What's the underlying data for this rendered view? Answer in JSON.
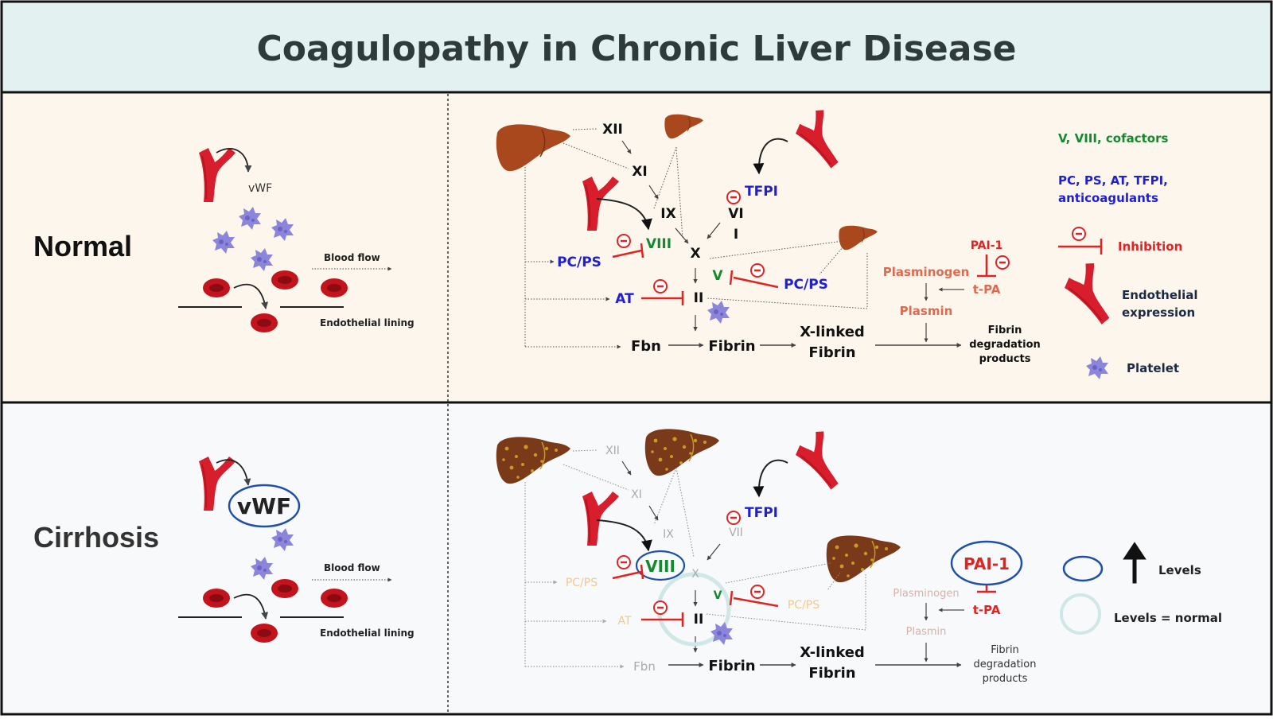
{
  "title": "Coagulopathy in Chronic Liver Disease",
  "colors": {
    "header_bg": "#E3F1F1",
    "normal_bg": "#FDF6EC",
    "cirrhosis_bg": "#F8F9FA",
    "anticoagulant_blue": "#1F1FD6",
    "cofactor_green": "#128A2E",
    "inhibition_red": "#E02424",
    "fibrinolysis_red": "#E06A50",
    "liver_brown": "#A9471D",
    "vessel_red": "#D81E2C",
    "platelet_purple": "#8C86DB",
    "rbc_red": "#C3141E"
  },
  "normal": {
    "label": "Normal",
    "vwf": "vWF",
    "blood_flow": "Blood flow",
    "endothelial_lining": "Endothelial lining",
    "factors": {
      "xii": "XII",
      "xi": "XI",
      "ix": "IX",
      "x": "X",
      "ii": "II",
      "vi": "VI",
      "i": "I",
      "viii": "VIII",
      "v": "V"
    },
    "anticoag": {
      "pcps_left": "PC/PS",
      "pcps_right": "PC/PS",
      "at": "AT",
      "tfpi": "TFPI"
    },
    "chain": {
      "fbn": "Fbn",
      "fibrin": "Fibrin",
      "xlinked_1": "X-linked",
      "xlinked_2": "Fibrin"
    },
    "fibrinolysis": {
      "pai1": "PAI-1",
      "plasminogen": "Plasminogen",
      "tpa": "t-PA",
      "plasmin": "Plasmin",
      "fdp_1": "Fibrin",
      "fdp_2": "degradation",
      "fdp_3": "products"
    }
  },
  "cirrhosis": {
    "label": "Cirrhosis",
    "vwf": "vWF",
    "blood_flow": "Blood flow",
    "endothelial_lining": "Endothelial lining",
    "factors": {
      "xii": "XII",
      "xi": "XI",
      "ix": "IX",
      "x": "X",
      "ii": "II",
      "vii": "VII",
      "viii": "VIII",
      "v": "V"
    },
    "anticoag": {
      "pcps_left": "PC/PS",
      "pcps_right": "PC/PS",
      "at": "AT",
      "tfpi": "TFPI"
    },
    "chain": {
      "fbn": "Fbn",
      "fibrin": "Fibrin",
      "xlinked_1": "X-linked",
      "xlinked_2": "Fibrin"
    },
    "fibrinolysis": {
      "pai1": "PAI-1",
      "plasminogen": "Plasminogen",
      "tpa": "t-PA",
      "plasmin": "Plasmin",
      "fdp_1": "Fibrin",
      "fdp_2": "degradation",
      "fdp_3": "products"
    }
  },
  "legend_top": {
    "cofactors": "V, VIII, cofactors",
    "anticoagulants_1": "PC, PS, AT, TFPI,",
    "anticoagulants_2": "anticoagulants",
    "inhibition": "Inhibition",
    "endothelial_1": "Endothelial",
    "endothelial_2": "expression",
    "platelet": "Platelet"
  },
  "legend_bottom": {
    "levels_up": "Levels",
    "levels_normal": "Levels = normal"
  }
}
